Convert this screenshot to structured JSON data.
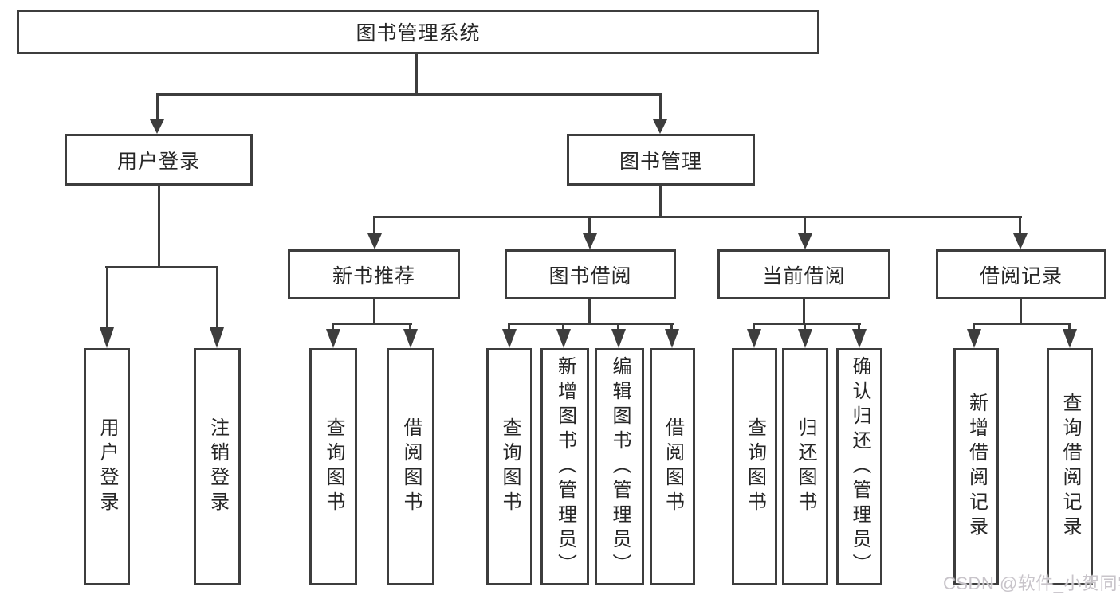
{
  "colors": {
    "line": "#3d3d3d",
    "text": "#262626",
    "watermark": "#c8c4ca",
    "background": "#ffffff"
  },
  "watermark": "CSDN @软件_小贺同学",
  "tree": {
    "label": "图书管理系统",
    "children": [
      {
        "label": "用户登录",
        "children": [
          {
            "label": "用户登录"
          },
          {
            "label": "注销登录"
          }
        ]
      },
      {
        "label": "图书管理",
        "children": [
          {
            "label": "新书推荐",
            "children": [
              {
                "label": "查询图书"
              },
              {
                "label": "借阅图书"
              }
            ]
          },
          {
            "label": "图书借阅",
            "children": [
              {
                "label": "查询图书"
              },
              {
                "label": "新增图书（管理员）"
              },
              {
                "label": "编辑图书（管理员）"
              },
              {
                "label": "借阅图书"
              }
            ]
          },
          {
            "label": "当前借阅",
            "children": [
              {
                "label": "查询图书"
              },
              {
                "label": "归还图书"
              },
              {
                "label": "确认归还（管理员）"
              }
            ]
          },
          {
            "label": "借阅记录",
            "children": [
              {
                "label": "新增借阅记录"
              },
              {
                "label": "查询借阅记录"
              }
            ]
          }
        ]
      }
    ]
  }
}
